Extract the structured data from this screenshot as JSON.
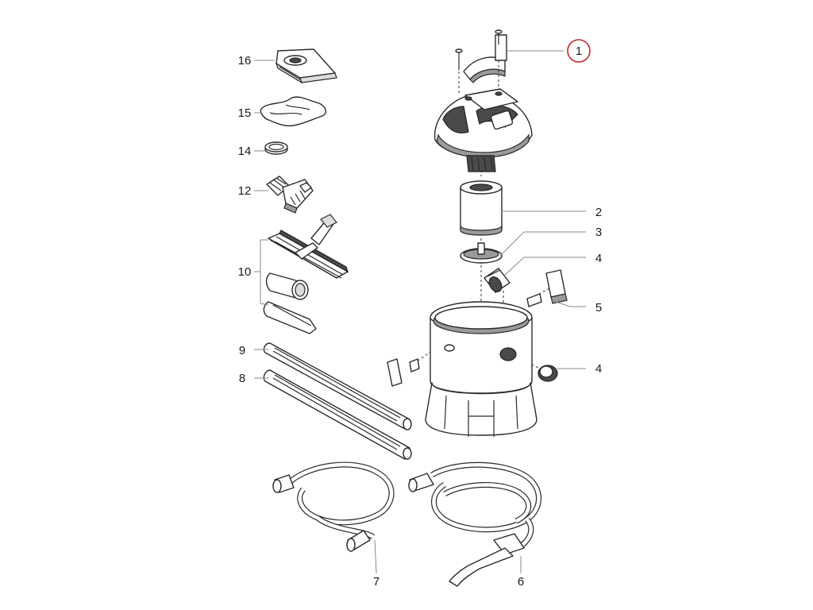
{
  "callouts": [
    {
      "id": "c1",
      "label": "1",
      "highlighted": true
    },
    {
      "id": "c2",
      "label": "2"
    },
    {
      "id": "c3",
      "label": "3"
    },
    {
      "id": "c4a",
      "label": "4"
    },
    {
      "id": "c4b",
      "label": "4"
    },
    {
      "id": "c5",
      "label": "5"
    },
    {
      "id": "c6",
      "label": "6"
    },
    {
      "id": "c7",
      "label": "7"
    },
    {
      "id": "c8",
      "label": "8"
    },
    {
      "id": "c9",
      "label": "9"
    },
    {
      "id": "c10",
      "label": "10"
    },
    {
      "id": "c12",
      "label": "12"
    },
    {
      "id": "c14",
      "label": "14"
    },
    {
      "id": "c15",
      "label": "15"
    },
    {
      "id": "c16",
      "label": "16"
    }
  ],
  "colors": {
    "highlight": "#c0262c",
    "line": "#2a2a2a",
    "leader": "#8a8a8a"
  }
}
